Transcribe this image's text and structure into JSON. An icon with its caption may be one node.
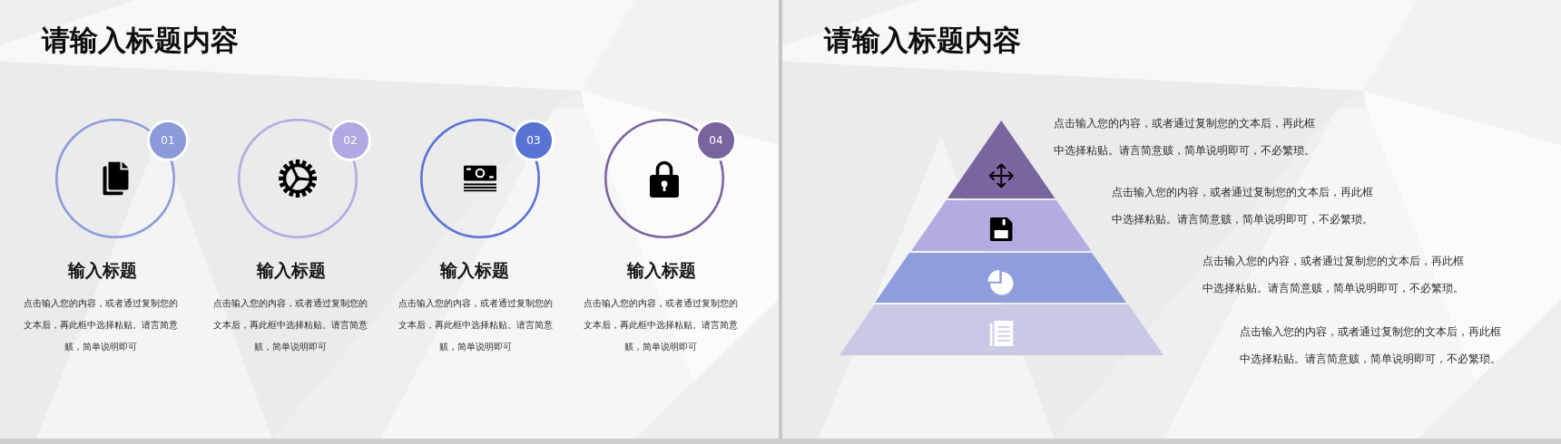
{
  "diagram": {
    "title": "请输入标题内容",
    "nodes": [
      {
        "text": [],
        "shape": "circle",
        "beside": [
          "输入标题",
          "点击输入您的内容，或者通过复制您的文本后，再此框中选择粘贴。请言简意赅，简单说明即可"
        ]
      },
      {
        "text": [
          "01"
        ]
      },
      {
        "text": [],
        "shape": "circle",
        "beside": [
          "输入标题",
          "点击输入您的内容，或者通过复制您的文本后，再此框中选择粘贴。请言简意赅，简单说明即可"
        ]
      },
      {
        "text": [
          "02"
        ]
      },
      {
        "text": [],
        "shape": "circle",
        "beside": [
          "输入标题",
          "点击输入您的内容，或者通过复制您的文本后，再此框中选择粘贴。请言简意赅，简单说明即可"
        ]
      },
      {
        "text": [
          "03"
        ]
      },
      {
        "text": [],
        "shape": "circle",
        "beside": [
          "输入标题",
          "点击输入您的内容，或者通过复制您的文本后，再此框中选择粘贴。请言简意赅，简单说明即可"
        ]
      },
      {
        "text": [
          "04"
        ]
      },
      {
        "text": [],
        "shape": "triangle"
      },
      {
        "text": [],
        "shape": "trapezoid"
      },
      {
        "text": [],
        "shape": "trapezoid"
      },
      {
        "text": [],
        "shape": "trapezoid"
      }
    ],
    "labels": [
      "请输入标题内容",
      "点击输入您的内容，或者通过复制您的文本后，再此框中选择粘贴。请言简意赅，简单说明即可，不必繁琐。",
      "点击输入您的内容，或者通过复制您的文本后，再此框中选择粘贴。请言简意赅，简单说明即可，不必繁琐。",
      "点击输入您的内容，或者通过复制您的文本后，再此框中选择粘贴。请言简意赅，简单说明即可，不必繁琐。",
      "点击输入您的内容，或者通过复制您的文本后，再此框中选择粘贴。请言简意赅，简单说明即可，不必繁琐。"
    ]
  }
}
